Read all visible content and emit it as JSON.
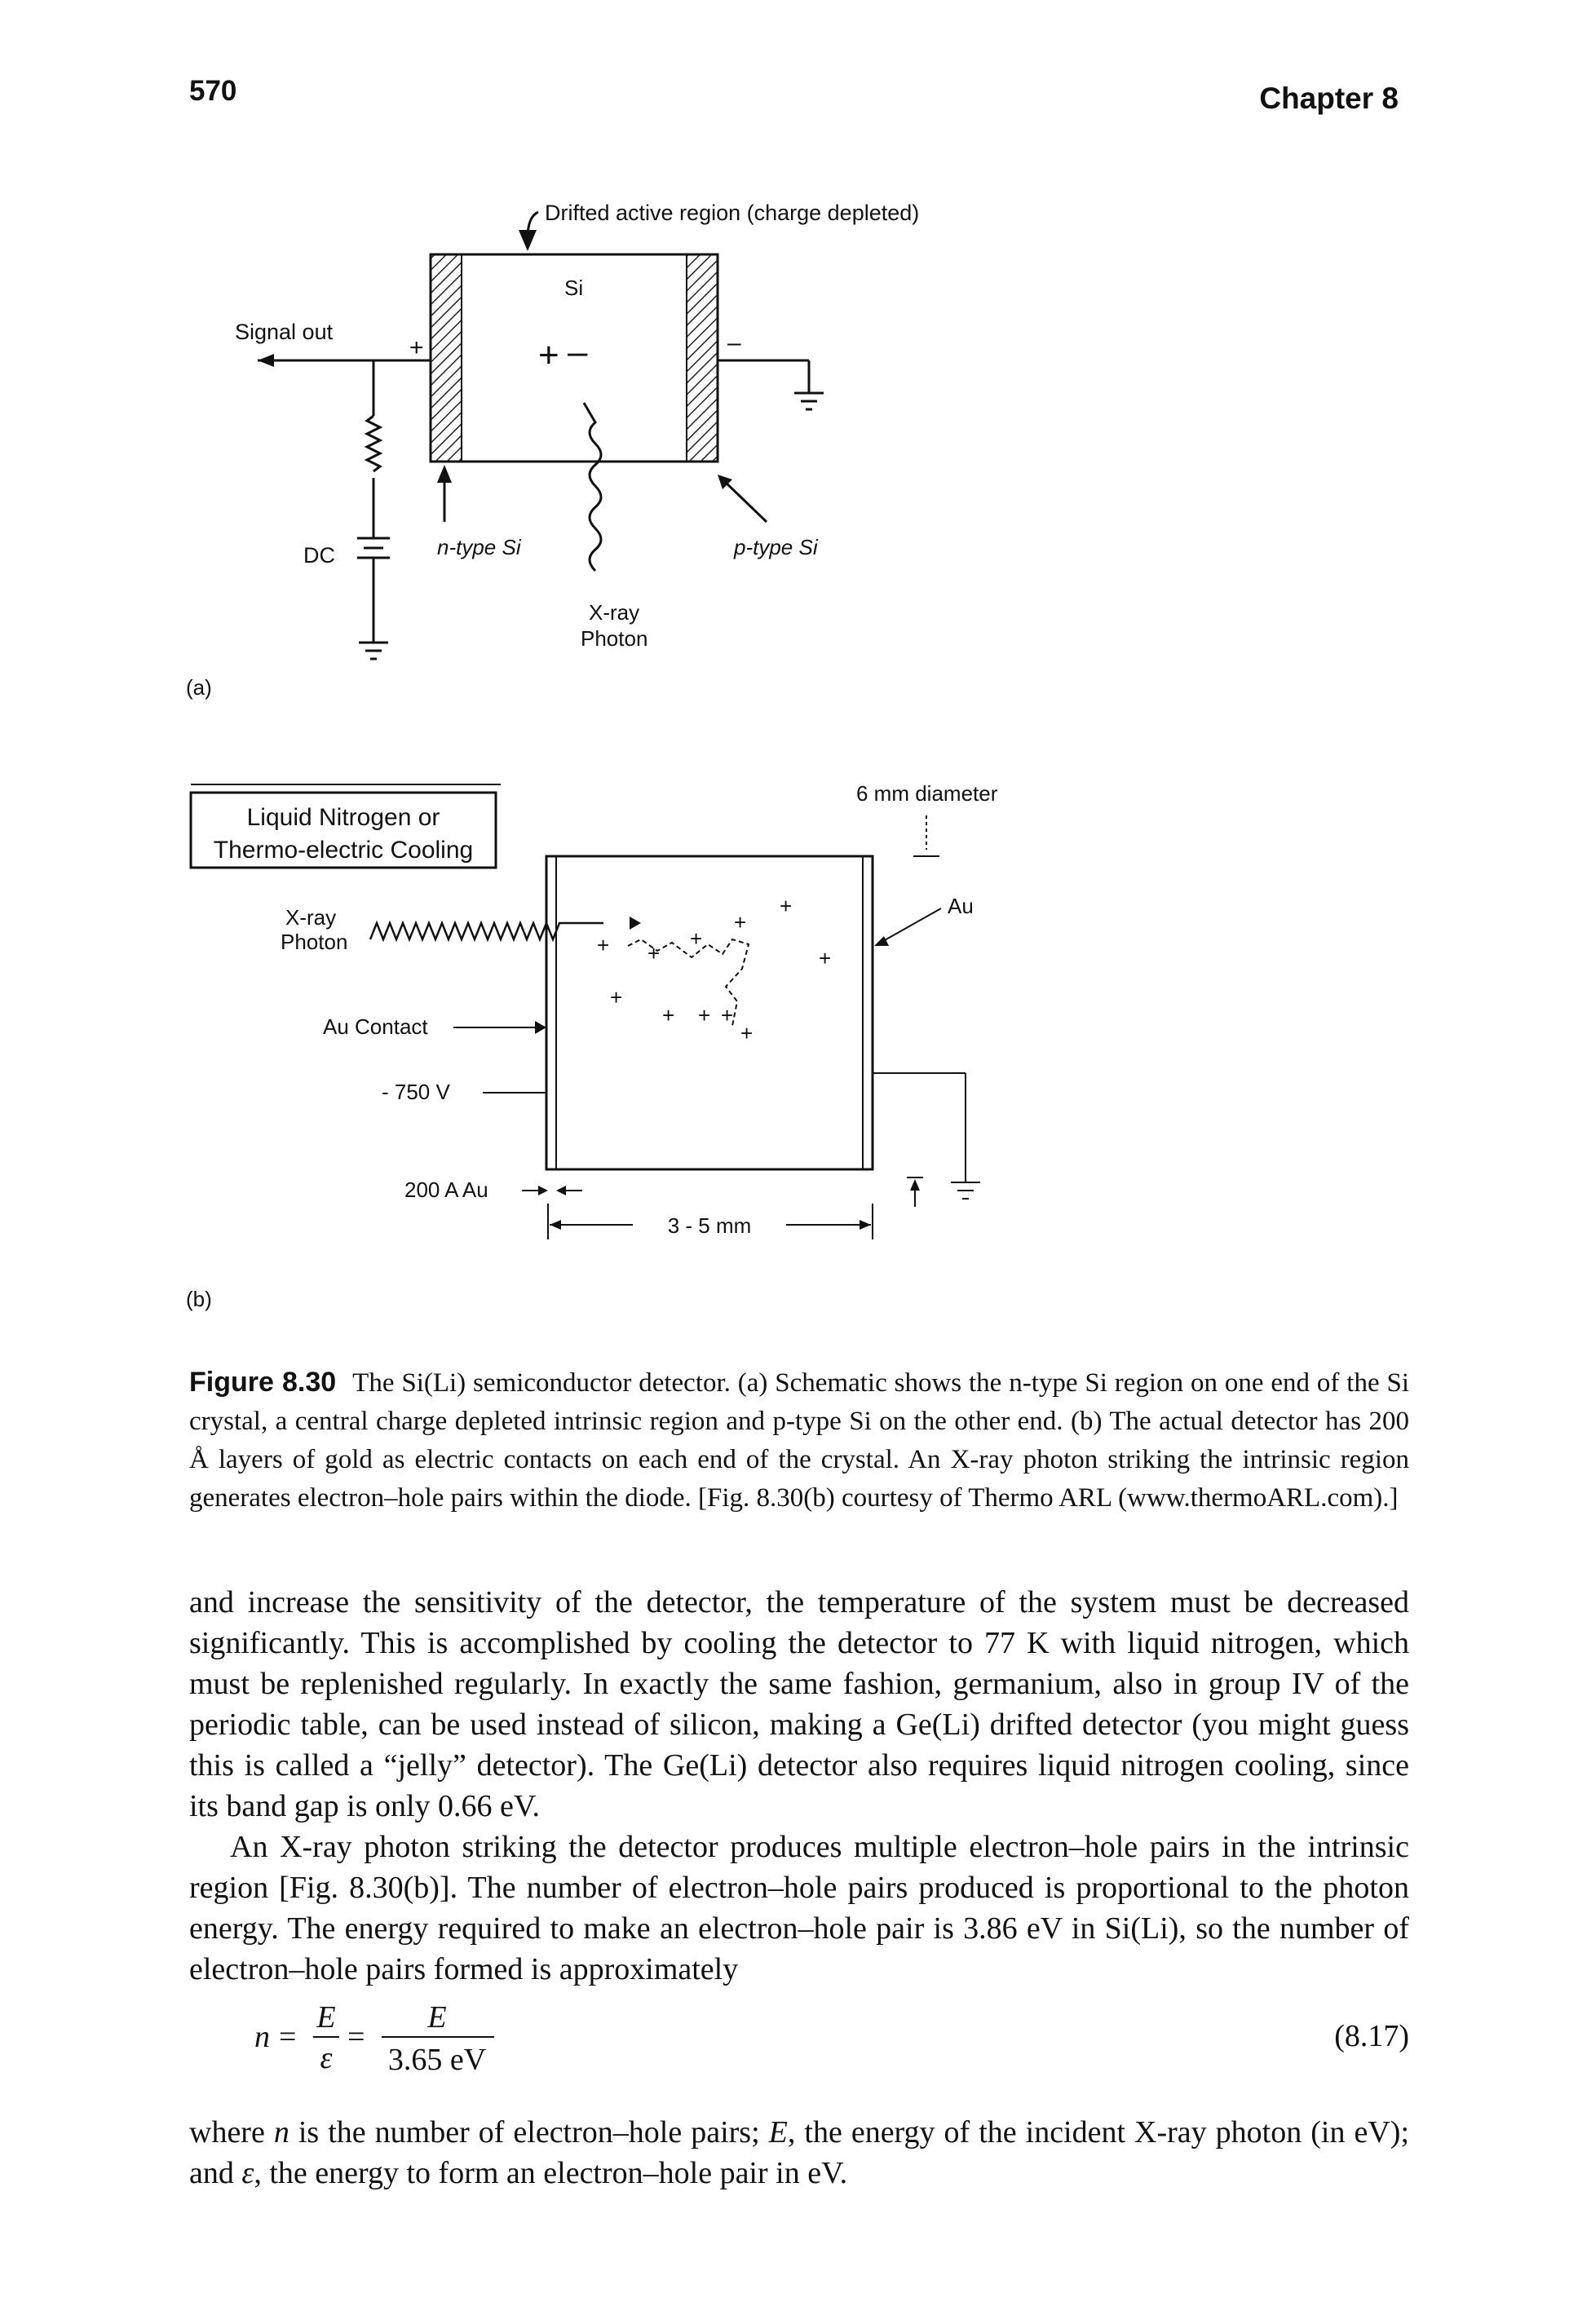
{
  "header": {
    "page_number": "570",
    "running_head": "Chapter 8"
  },
  "figure_a": {
    "panel_label": "(a)",
    "top_label": "Drifted active region (charge depleted)",
    "crystal_label": "Si",
    "signal_label": "Signal out",
    "dc_label": "DC",
    "n_type_label": "n-type Si",
    "p_type_label": "p-type Si",
    "xray_label_line1": "X-ray",
    "xray_label_line2": "Photon",
    "plus_sign": "+",
    "minus_sign": "–"
  },
  "figure_b": {
    "panel_label": "(b)",
    "cooling_label_line1": "Liquid Nitrogen or",
    "cooling_label_line2": "Thermo-electric Cooling",
    "diameter_label": "6 mm diameter",
    "au_label": "Au",
    "xray_label_line1": "X-ray",
    "xray_label_line2": "Photon",
    "au_contact_label": "Au Contact",
    "voltage_label": "- 750 V",
    "au_layer_label": "200 A Au",
    "thickness_label": "3 - 5 mm"
  },
  "caption": {
    "label": "Figure 8.30",
    "text": "The Si(Li) semiconductor detector. (a) Schematic shows the n-type Si region on one end of the Si crystal, a central charge depleted intrinsic region and p-type Si on the other end. (b) The actual detector has 200 Å layers of gold as electric contacts on each end of the crystal. An X-ray photon striking the intrinsic region generates electron–hole pairs within the diode. [Fig. 8.30(b) courtesy of Thermo ARL (www.thermoARL.com).]"
  },
  "body": {
    "paragraph1": "and increase the sensitivity of the detector, the temperature of the system must be decreased significantly. This is accomplished by cooling the detector to 77 K with liquid nitrogen, which must be replenished regularly. In exactly the same fashion, germanium, also in group IV of the periodic table, can be used instead of silicon, making a Ge(Li) drifted detector (you might guess this is called a “jelly” detector). The Ge(Li) detector also requires liquid nitrogen cooling, since its band gap is only 0.66 eV.",
    "paragraph2": "An X-ray photon striking the detector produces multiple electron–hole pairs in the intrinsic region [Fig. 8.30(b)]. The number of electron–hole pairs produced is proportional to the photon energy. The energy required to make an electron–hole pair is 3.86 eV in Si(Li), so the number of electron–hole pairs formed is approximately"
  },
  "equation": {
    "lhs": "n",
    "equals": "=",
    "frac1_num": "E",
    "frac1_den": "ε",
    "frac2_num": "E",
    "frac2_den": "3.65 eV",
    "number": "(8.17)"
  },
  "closing": {
    "t1": "where ",
    "v1": "n",
    "t2": " is the number of electron–hole pairs; ",
    "v2": "E",
    "t3": ", the energy of the incident X-ray photon (in eV); and ",
    "v3": "ε",
    "t4": ", the energy to form an electron–hole pair in eV."
  }
}
